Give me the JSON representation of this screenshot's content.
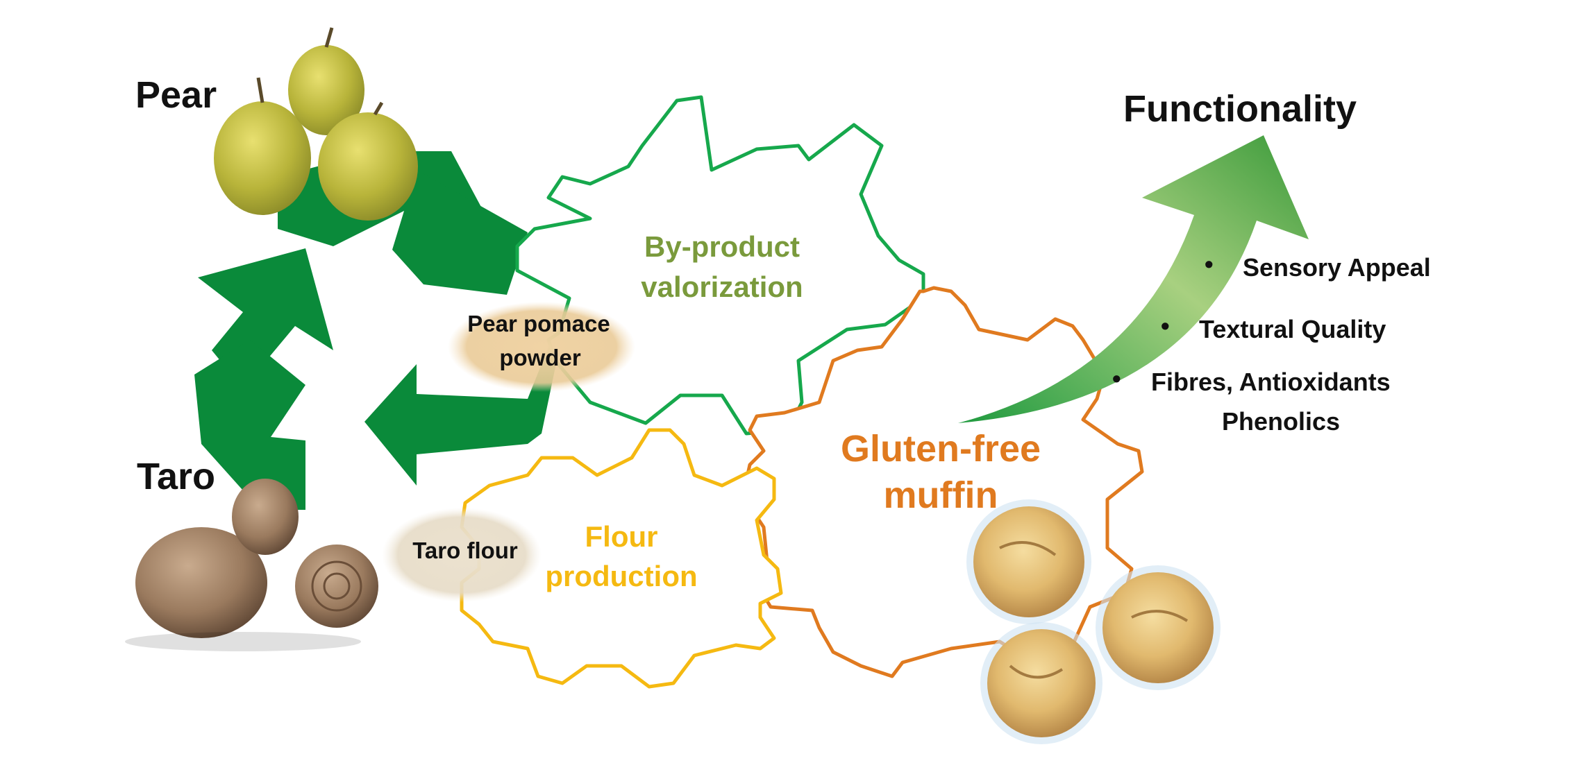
{
  "labels": {
    "pear": "Pear",
    "taro": "Taro",
    "functionality": "Functionality",
    "pear_pomace_line1": "Pear pomace",
    "pear_pomace_line2": "powder",
    "taro_flour": "Taro flour",
    "byproduct_line1": "By-product",
    "byproduct_line2": "valorization",
    "flour_line1": "Flour",
    "flour_line2": "production",
    "muffin_line1": "Gluten-free",
    "muffin_line2": "muffin"
  },
  "benefits": [
    {
      "text": "Sensory Appeal"
    },
    {
      "text": "Textural Quality"
    },
    {
      "text": "Fibres, Antioxidants"
    },
    {
      "text": "Phenolics"
    }
  ],
  "bullet": "•",
  "colors": {
    "recycle_green": "#0a8a3a",
    "gear_green": "#16a84c",
    "gear_orange": "#e07a1f",
    "gear_yellow": "#f5b911",
    "text_olive": "#7a9a3c",
    "text_orange": "#e07a1f",
    "text_yellow": "#f5b911",
    "arrow_dark": "#2e8b3a",
    "arrow_light": "#a8d080"
  },
  "icons": {
    "recycle": "recycle-icon",
    "pear": "pear-image",
    "taro": "taro-image",
    "muffin": "muffin-image",
    "arrow": "growth-arrow-icon"
  }
}
